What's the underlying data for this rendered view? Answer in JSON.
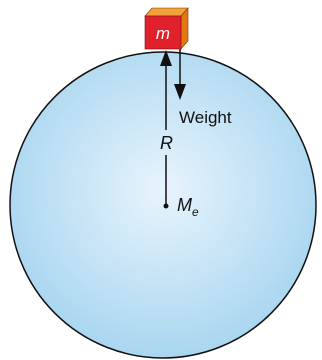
{
  "diagram": {
    "block_label": "m",
    "weight_label": "Weight",
    "radius_label": "R",
    "center_label": "M",
    "center_subscript": "e"
  },
  "colors": {
    "planet_inner": "#e8f4fc",
    "planet_outer": "#a9d6f0",
    "outline": "#111111",
    "block_front": "#e0202a",
    "block_side": "#e07a10",
    "block_top": "#f2a23a",
    "block_text": "#ffffff"
  }
}
